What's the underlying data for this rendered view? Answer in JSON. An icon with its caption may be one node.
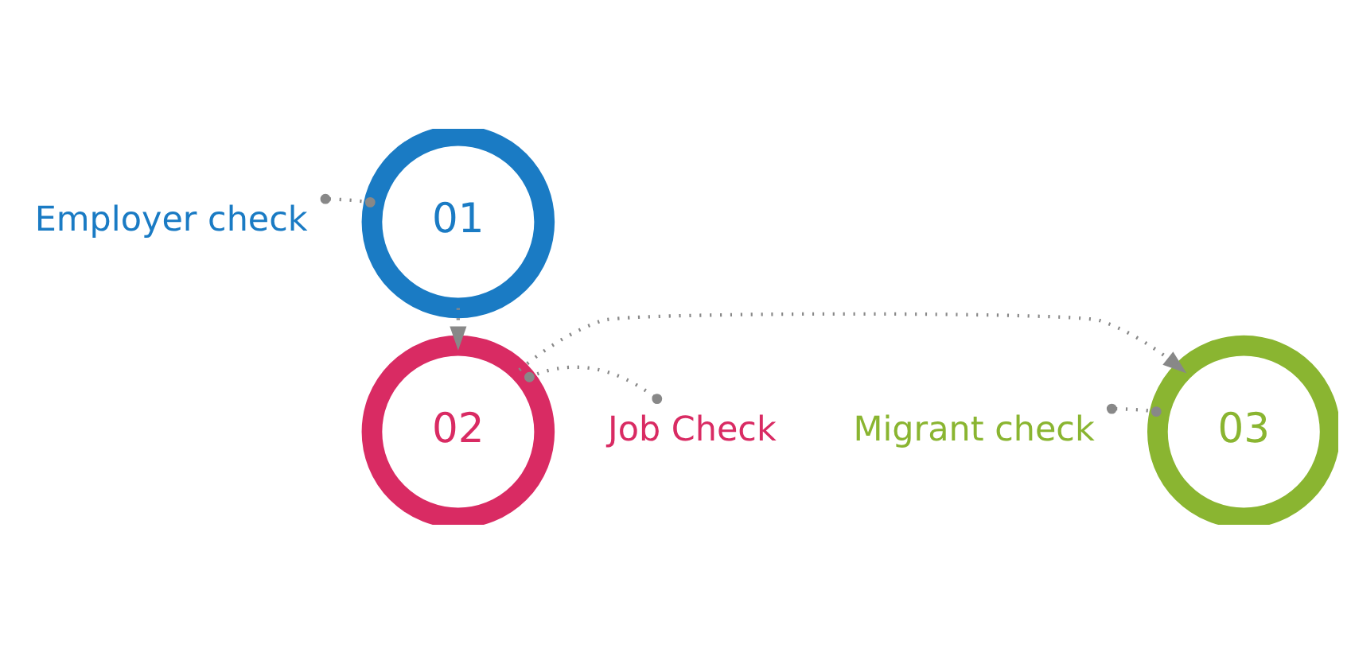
{
  "diagram": {
    "nodes": [
      {
        "text": [
          "Employer check"
        ]
      },
      {
        "text": [
          "01"
        ]
      },
      {
        "text": [
          "Job Check"
        ]
      },
      {
        "text": [
          "02"
        ]
      },
      {
        "text": [
          "Migrant check"
        ]
      },
      {
        "text": [
          "03"
        ]
      }
    ],
    "edges": [
      {
        "from": 0,
        "to": 1,
        "arrow": "other",
        "style": "dashed"
      },
      {
        "from": 1,
        "to": 3,
        "arrow": "to",
        "style": "dashed"
      },
      {
        "from": 2,
        "to": 3,
        "arrow": "other",
        "style": "dashed"
      },
      {
        "from": 3,
        "to": 5,
        "arrow": "to",
        "style": "dashed"
      },
      {
        "from": 4,
        "to": 5,
        "arrow": "other",
        "style": "dashed"
      }
    ]
  }
}
